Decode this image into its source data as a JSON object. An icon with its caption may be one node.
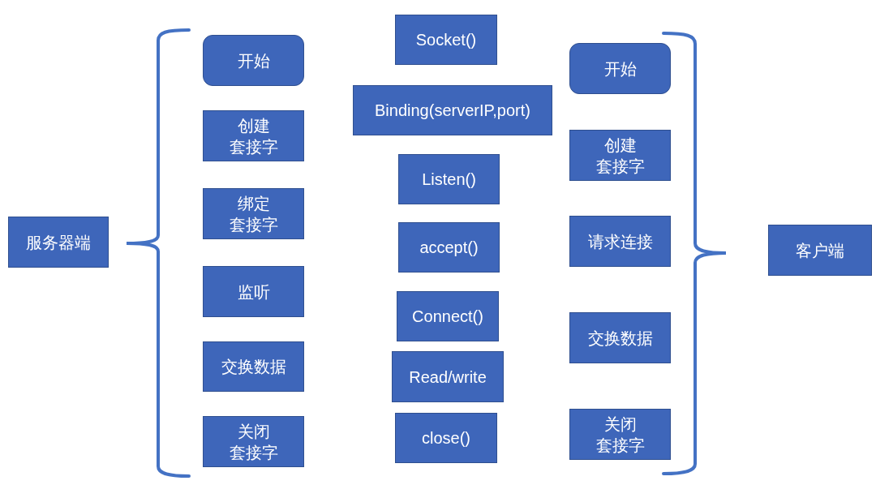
{
  "diagram": {
    "nodes": [
      {
        "text": [
          "服务器端"
        ]
      },
      {
        "text": [
          "开始"
        ]
      },
      {
        "text": [
          "创建套接字"
        ]
      },
      {
        "text": [
          "绑定套接字"
        ]
      },
      {
        "text": [
          "监听"
        ]
      },
      {
        "text": [
          "交换数据"
        ]
      },
      {
        "text": [
          "关闭套接字"
        ]
      },
      {
        "text": [
          "Socket()"
        ]
      },
      {
        "text": [
          "Binding(serverIP,port)"
        ]
      },
      {
        "text": [
          "Listen()"
        ]
      },
      {
        "text": [
          "accept()"
        ]
      },
      {
        "text": [
          "Connect()"
        ]
      },
      {
        "text": [
          "Read/write"
        ]
      },
      {
        "text": [
          "close()"
        ]
      },
      {
        "text": [
          "开始"
        ]
      },
      {
        "text": [
          "创建套接字"
        ]
      },
      {
        "text": [
          "请求连接"
        ]
      },
      {
        "text": [
          "交换数据"
        ]
      },
      {
        "text": [
          "关闭套接字"
        ]
      },
      {
        "text": [
          "客户端"
        ]
      }
    ]
  }
}
